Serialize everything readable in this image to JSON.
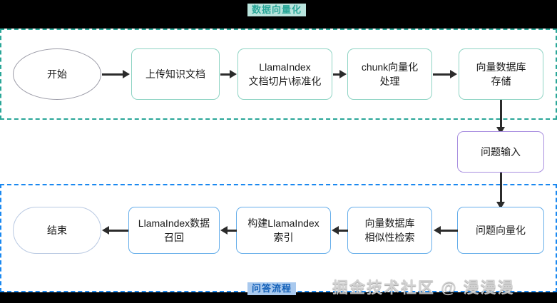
{
  "diagram": {
    "title_ingest": "数据向量化",
    "title_query": "问答流程",
    "watermark": "掘金技术社区 @ 漫漫漫",
    "colors": {
      "ingest_border": "#2aa698",
      "query_border": "#1a88f0",
      "ingest_node_border": "#8fd4c4",
      "query_node_border": "#66aeea",
      "input_node_border": "#a98fe0",
      "start_node_border": "#9a9aa6",
      "end_node_border": "#b9c9e2",
      "connector": "#2b2b2b",
      "background": "#000000",
      "panel": "#ffffff"
    },
    "ingest_nodes": [
      {
        "id": "start",
        "label": "开始",
        "shape": "ellipse"
      },
      {
        "id": "upload-doc",
        "label": "上传知识文档",
        "shape": "rounded-rect"
      },
      {
        "id": "llamaindex-split",
        "label": "LlamaIndex\n文档切片\\标准化",
        "shape": "rounded-rect"
      },
      {
        "id": "chunk-embed",
        "label": "chunk向量化\n处理",
        "shape": "rounded-rect"
      },
      {
        "id": "vector-store",
        "label": "向量数据库\n存储",
        "shape": "rounded-rect"
      }
    ],
    "input_node": {
      "id": "question-input",
      "label": "问题输入",
      "shape": "rounded-rect"
    },
    "query_nodes": [
      {
        "id": "question-embed",
        "label": "问题向量化",
        "shape": "rounded-rect"
      },
      {
        "id": "similarity-search",
        "label": "向量数据库\n相似性检索",
        "shape": "rounded-rect"
      },
      {
        "id": "build-index",
        "label": "构建LlamaIndex\n索引",
        "shape": "rounded-rect"
      },
      {
        "id": "data-recall",
        "label": "LlamaIndex数据\n召回",
        "shape": "rounded-rect"
      },
      {
        "id": "end",
        "label": "结束",
        "shape": "stadium"
      }
    ]
  }
}
